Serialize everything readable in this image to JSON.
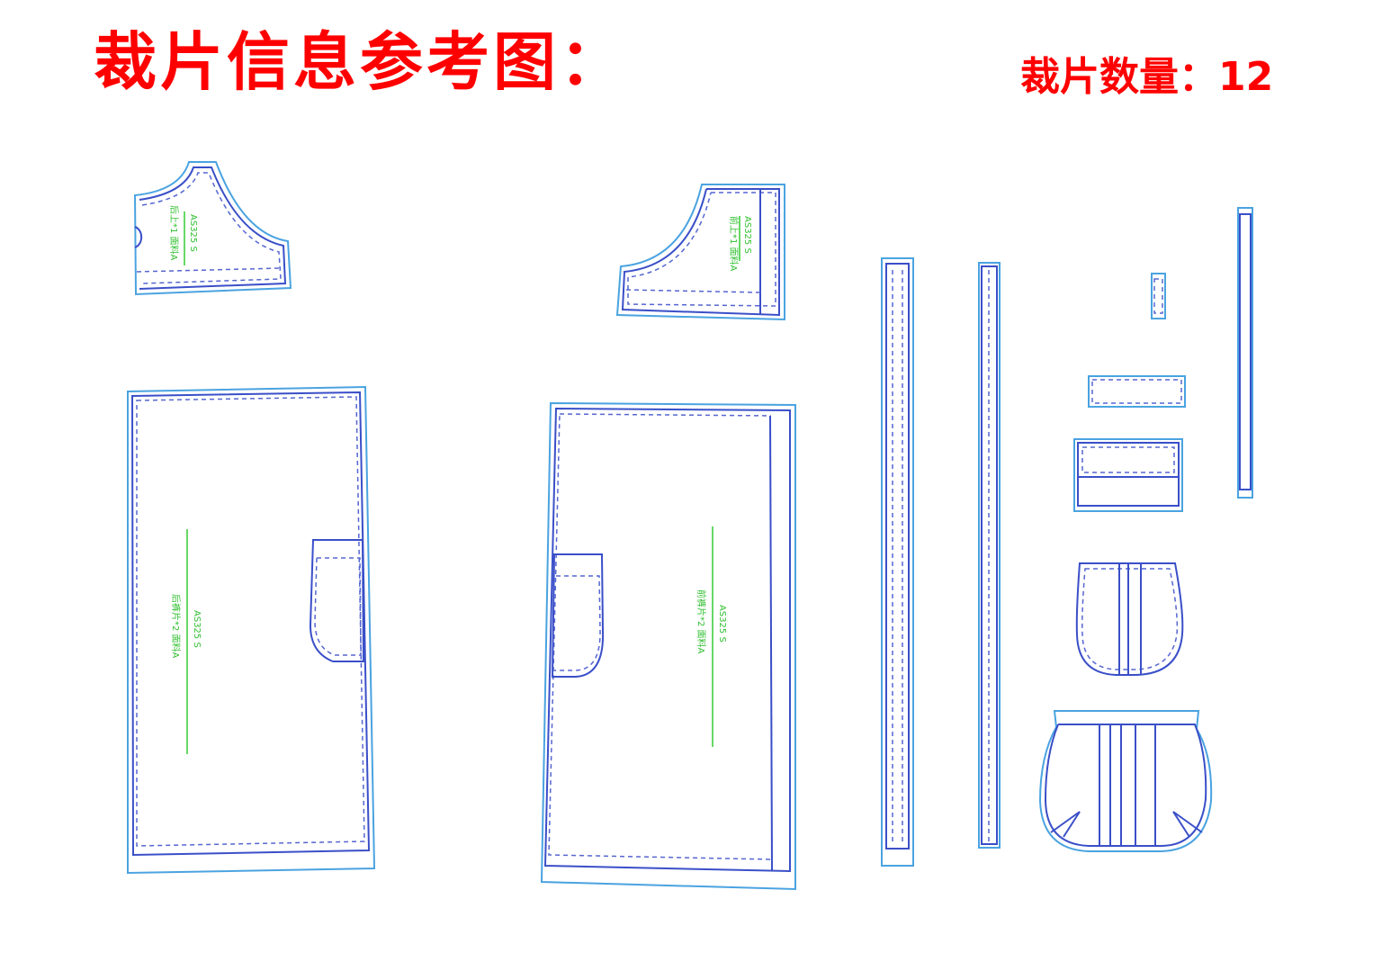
{
  "header": {
    "title": "裁片信息参考图：",
    "count_label": "裁片数量：12"
  },
  "pieces": [
    {
      "name": "back-yoke",
      "labels": [
        "AS325  S",
        "后上*1  面料A"
      ]
    },
    {
      "name": "front-top",
      "labels": [
        "AS325 S",
        "前上*1  面料A"
      ]
    },
    {
      "name": "back-leg",
      "labels": [
        "AS325  S",
        "后裤片*2  面料A"
      ]
    },
    {
      "name": "front-leg",
      "labels": [
        "AS325  S",
        "前裤片*2  面料A"
      ]
    },
    {
      "name": "strip-1"
    },
    {
      "name": "strip-2"
    },
    {
      "name": "small-tab"
    },
    {
      "name": "long-strip"
    },
    {
      "name": "rect-1"
    },
    {
      "name": "rect-2"
    },
    {
      "name": "pocket-1"
    },
    {
      "name": "pocket-2"
    }
  ],
  "colors": {
    "title": "#ff0000",
    "cut_line": "#4aa3e0",
    "sew_line": "#3a4fc8",
    "grain": "#33cc33"
  }
}
